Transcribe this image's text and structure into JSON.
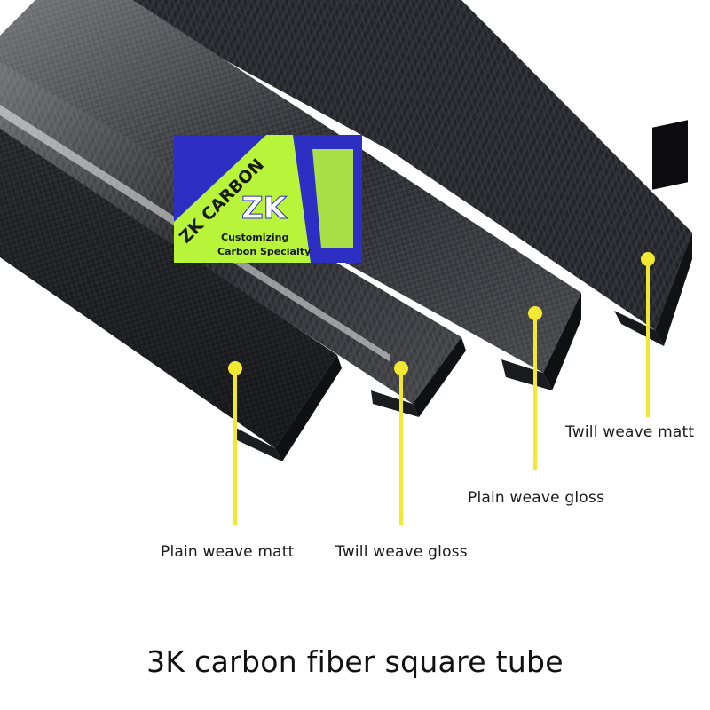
{
  "logo": {
    "brand": "ZK CARBON",
    "mark": "ZK",
    "tagline_line1": "Customizing",
    "tagline_line2": "Carbon Specialty"
  },
  "callouts": [
    {
      "label": "Plain weave matt"
    },
    {
      "label": "Twill weave gloss"
    },
    {
      "label": "Plain weave gloss"
    },
    {
      "label": "Twill weave matt"
    }
  ],
  "caption": "3K carbon fiber square tube",
  "colors": {
    "background": "#ffffff",
    "callout_line": "#f2e832",
    "logo_green": "#b7f43a",
    "logo_blue": "#2d2fc4",
    "tube_dark": "#1e1f22"
  }
}
